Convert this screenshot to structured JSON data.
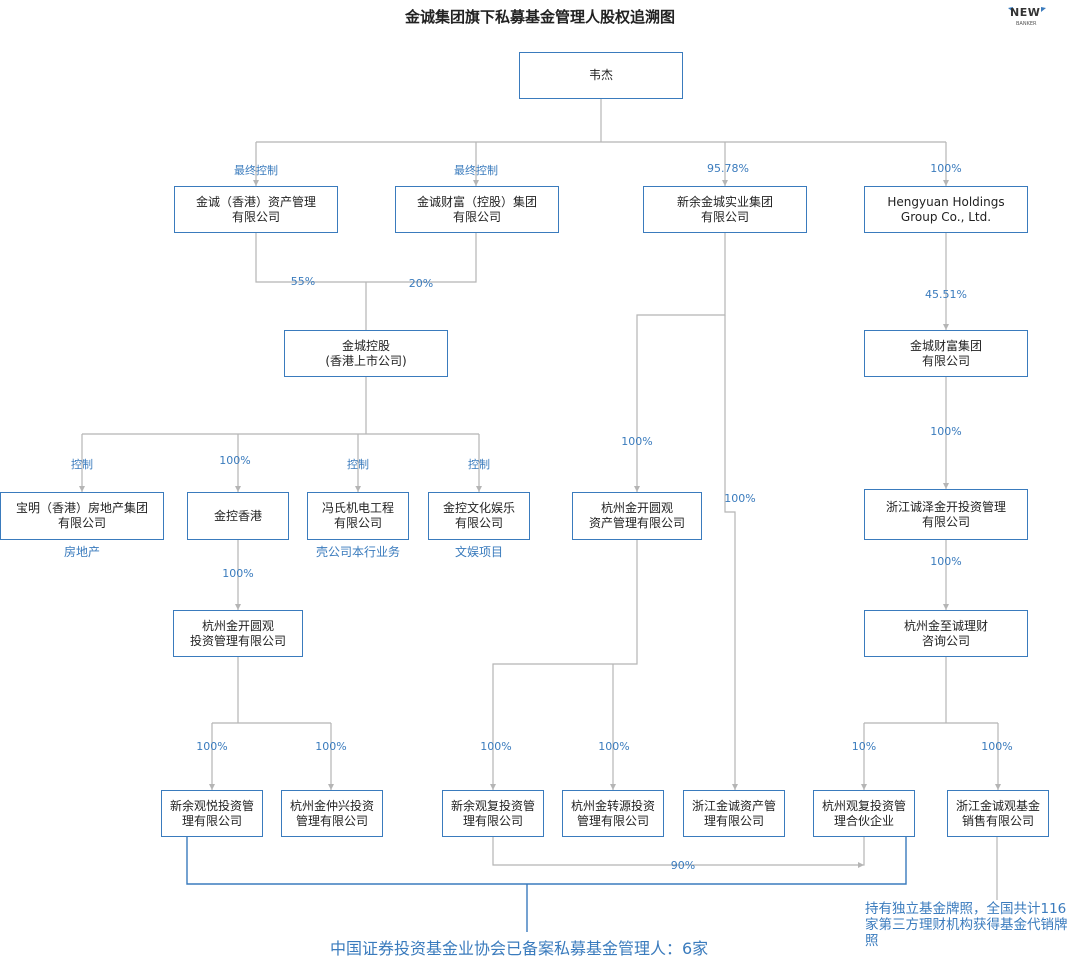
{
  "title": "金诚集团旗下私募基金管理人股权追溯图",
  "logo": {
    "text": "NEW",
    "subtext": "BANKER"
  },
  "nodes": {
    "weijie": "韦杰",
    "jc_hk_asset": "金诚（香港）资产管理\n有限公司",
    "jc_wealth_holding": "金诚财富（控股）集团\n有限公司",
    "xinyu_jincheng": "新余金城实业集团\n有限公司",
    "hengyuan": "Hengyuan Holdings\nGroup Co., Ltd.",
    "jincheng_kg": "金城控股\n(香港上市公司)",
    "jincheng_wealth_group": "金城财富集团\n有限公司",
    "baoming": "宝明（香港）房地产集团\n有限公司",
    "jinkong_hk": "金控香港",
    "fengshi": "冯氏机电工程\n有限公司",
    "jinkong_culture": "金控文化娱乐\n有限公司",
    "hz_jinkai_asset": "杭州金开圆观\n资产管理有限公司",
    "zj_chengze": "浙江诚泽金开投资管理\n有限公司",
    "hz_jinkai_invest": "杭州金开圆观\n投资管理有限公司",
    "hz_jinzhi": "杭州金至诚理财\n咨询公司",
    "xinyu_guanyue": "新余观悦投资管\n理有限公司",
    "hz_jinzhongxing": "杭州金仲兴投资\n管理有限公司",
    "xinyu_guanfu": "新余观复投资管\n理有限公司",
    "hz_jinzhuanyuan": "杭州金转源投资\n管理有限公司",
    "zj_jincheng_asset": "浙江金诚资产管\n理有限公司",
    "hz_guanfu_partner": "杭州观复投资管\n理合伙企业",
    "zj_chengguan_sales": "浙江金诚观基金\n销售有限公司"
  },
  "edge_labels": {
    "e_weijie_hk": "最终控制",
    "e_weijie_wealth": "最终控制",
    "e_weijie_xinyu": "95.78%",
    "e_weijie_hengyuan": "100%",
    "e_hk_kg": "55%",
    "e_wealth_kg": "20%",
    "e_hengyuan_jcwg": "45.51%",
    "e_kg_baoming": "控制",
    "e_kg_jinkong": "100%",
    "e_kg_fengshi": "控制",
    "e_kg_culture": "控制",
    "e_xinyu_hzasset": "100%",
    "e_xinyu_zjasset": "100%",
    "e_jcwg_chengze": "100%",
    "e_jinkong_hzinvest": "100%",
    "e_chengze_jinzhi": "100%",
    "e_hzinvest_guanyue": "100%",
    "e_hzinvest_jinzhongxing": "100%",
    "e_hzasset_guanfu": "100%",
    "e_hzasset_jinzhuanyuan": "100%",
    "e_jinzhi_partner": "10%",
    "e_jinzhi_sales": "100%",
    "e_guanfu_partner": "90%"
  },
  "notes": {
    "baoming": "房地产",
    "fengshi": "壳公司本行业务",
    "culture": "文娱项目"
  },
  "footer": "中国证券投资基金业协会已备案私募基金管理人：6家",
  "side_note": "持有独立基金牌照，全国共计116家第三方理财机构获得基金代销牌照",
  "colors": {
    "box_border": "#3a7bbd",
    "line": "#b5b5b5",
    "label": "#3a7bbd",
    "footer_line": "#3a7bbd"
  }
}
